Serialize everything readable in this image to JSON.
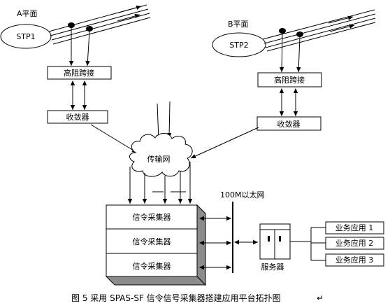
{
  "planes": {
    "a": {
      "title": "A平面",
      "stp": "STP1"
    },
    "b": {
      "title": "B平面",
      "stp": "STP2"
    }
  },
  "nodes": {
    "cross_a": "高阻跨接",
    "cross_b": "高阻跨接",
    "conv_a": "收敛器",
    "conv_b": "收敛器",
    "network": "传输网",
    "collectors": [
      "信令采集器",
      "信令采集器",
      "信令采集器"
    ],
    "ethernet": "100M以太网",
    "server": "服务器",
    "apps": [
      "业务应用 1",
      "业务应用 2",
      "业务应用 3"
    ]
  },
  "caption": "图 5   采用 SPAS-SF 信令信号采集器搭建应用平台拓扑图",
  "caption_mark": "↵"
}
